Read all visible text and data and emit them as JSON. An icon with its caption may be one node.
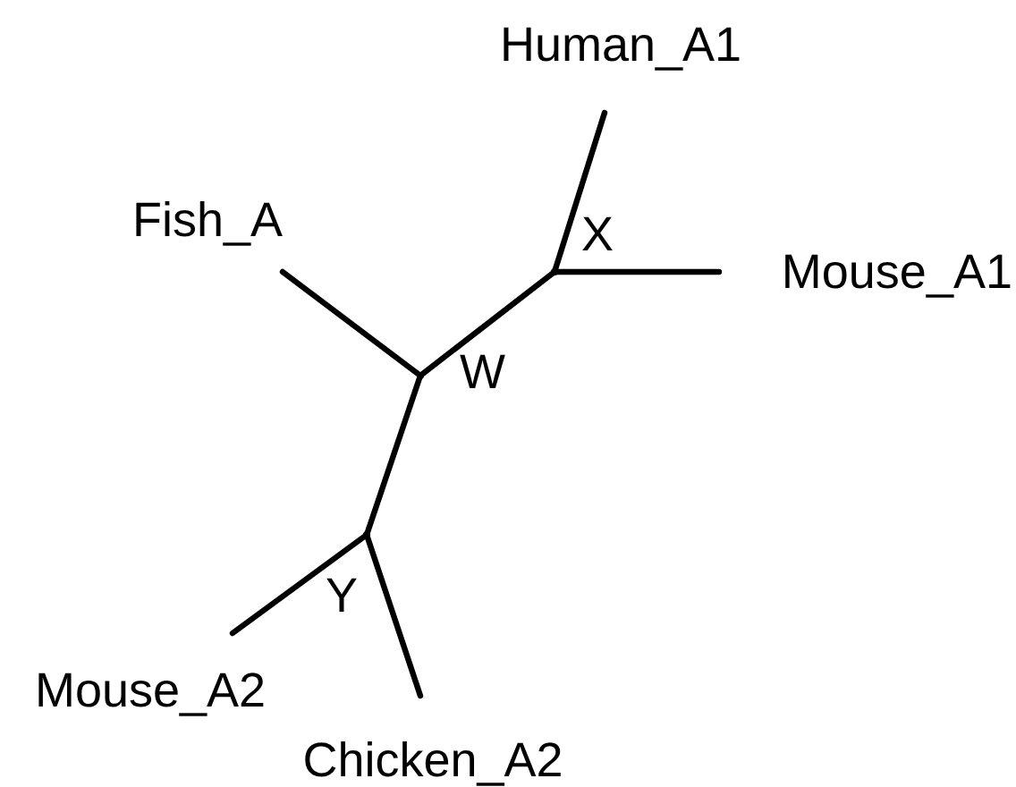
{
  "diagram": {
    "nodes": [
      {
        "text": [
          "Human_A1"
        ]
      },
      {
        "text": [
          "Fish_A"
        ]
      },
      {
        "text": [],
        "shape": "point",
        "beside": [
          "X"
        ]
      },
      {
        "text": [
          "Mouse_A1"
        ]
      },
      {
        "text": [],
        "shape": "point",
        "beside": [
          "W"
        ]
      },
      {
        "text": [],
        "shape": "point",
        "beside": [
          "Y"
        ]
      },
      {
        "text": [
          "Mouse_A2"
        ]
      },
      {
        "text": [
          "Chicken_A2"
        ]
      }
    ],
    "edges": [
      {
        "from": 2,
        "to": 0,
        "arrow": "none"
      },
      {
        "from": 2,
        "to": 3,
        "arrow": "none"
      },
      {
        "from": 4,
        "to": 2,
        "arrow": "none"
      },
      {
        "from": 4,
        "to": 1,
        "arrow": "none"
      },
      {
        "from": 4,
        "to": 5,
        "arrow": "none"
      },
      {
        "from": 5,
        "to": 6,
        "arrow": "none"
      },
      {
        "from": 5,
        "to": 7,
        "arrow": "none"
      }
    ]
  }
}
